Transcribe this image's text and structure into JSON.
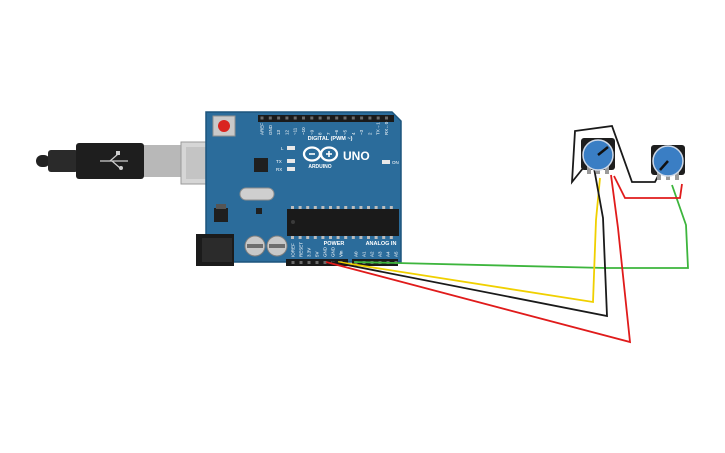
{
  "board": {
    "model": "UNO",
    "brand": "ARDUINO",
    "digital_header": "DIGITAL (PWM ~)",
    "power_header": "POWER",
    "analog_header": "ANALOG IN",
    "on_led": "ON",
    "led_l": "L",
    "led_tx": "TX",
    "led_rx": "RX",
    "top_pins": [
      "AREF",
      "GND",
      "13",
      "12",
      "~11",
      "~10",
      "~9",
      "8",
      "7",
      "~6",
      "~5",
      "4",
      "~3",
      "2",
      "TX→1",
      "RX←0"
    ],
    "power_pins": [
      "IOREF",
      "RESET",
      "3.3V",
      "5V",
      "GND",
      "GND",
      "Vin"
    ],
    "analog_pins": [
      "A0",
      "A1",
      "A2",
      "A3",
      "A4",
      "A5"
    ]
  },
  "colors": {
    "board": "#2b6c9b",
    "board_edge": "#1d557d",
    "wire_red": "#e01b1b",
    "wire_black": "#1a1a1a",
    "wire_yellow": "#f0d000",
    "wire_green": "#3db53d",
    "pot_knob": "#3a7ec4"
  },
  "components": [
    {
      "type": "usb-cable",
      "icon": "usb-plug-icon"
    },
    {
      "type": "potentiometer",
      "icon": "potentiometer-icon"
    },
    {
      "type": "potentiometer",
      "icon": "potentiometer-icon"
    }
  ]
}
